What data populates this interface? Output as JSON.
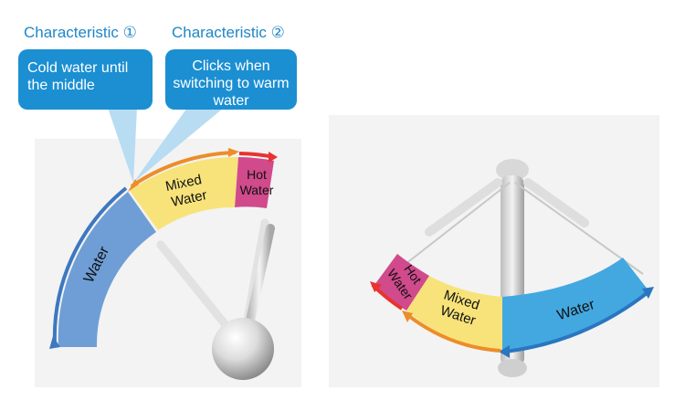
{
  "characteristics": [
    {
      "title": "Characteristic ①",
      "text": "Cold water until the middle"
    },
    {
      "title": "Characteristic ②",
      "text": "Clicks when switching to warm water"
    }
  ],
  "left_dial": {
    "water": "Water",
    "mixed": [
      "Mixed",
      "Water"
    ],
    "hot": [
      "Hot",
      "Water"
    ]
  },
  "right_dial": {
    "water": "Water",
    "mixed": [
      "Mixed",
      "Water"
    ],
    "hot": [
      "Hot",
      "Water"
    ]
  },
  "colors": {
    "accent_blue": "#1b8fd2",
    "title_blue": "#1f86c8",
    "water_blue": "#6f9ed6",
    "water_blue_light": "#43a8e0",
    "mixed_yellow": "#f7e37a",
    "hot_magenta": "#d04a8c",
    "arrow_blue": "#3d78c0",
    "arrow_orange": "#ec8d2a",
    "arrow_red": "#e8332f"
  }
}
